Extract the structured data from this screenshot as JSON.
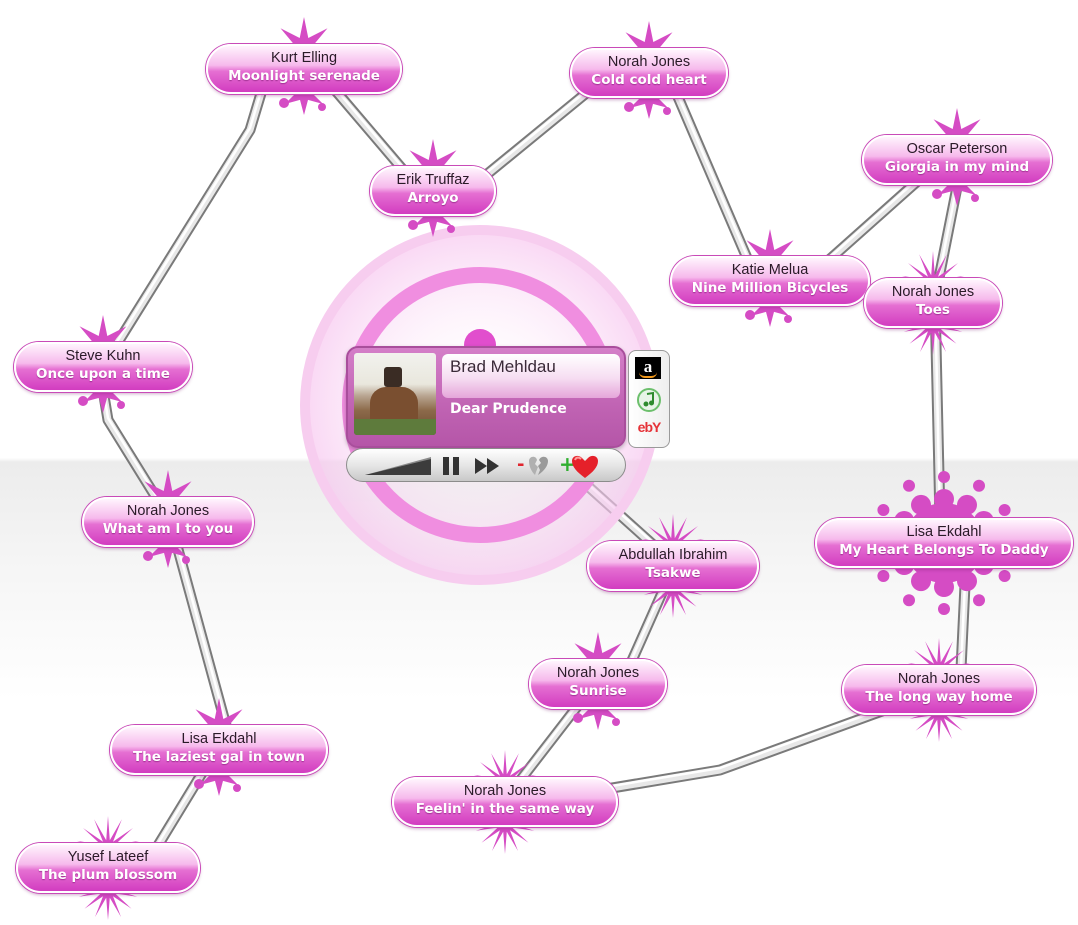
{
  "now_playing": {
    "artist": "Brad Mehldau",
    "song": "Dear Prudence",
    "stores": {
      "amazon_icon": "amazon-icon",
      "itunes_icon": "itunes-icon",
      "ebay_label": "ebY"
    },
    "controls": {
      "volume_icon": "volume-icon",
      "pause_icon": "pause-icon",
      "next_icon": "next-icon",
      "dislike_icon": "broken-heart-icon",
      "love_icon": "heart-icon",
      "dislike_sign": "-",
      "love_sign": "+"
    }
  },
  "colors": {
    "accent_pink": "#e06bd0",
    "splat_pink": "#d54cc4",
    "player_purple": "#c063b3"
  },
  "nodes": [
    {
      "id": "kurt-elling",
      "artist": "Kurt Elling",
      "song": "Moonlight serenade",
      "splat": "crown"
    },
    {
      "id": "norah-jones-cold",
      "artist": "Norah Jones",
      "song": "Cold cold heart",
      "splat": "crown"
    },
    {
      "id": "erik-truffaz",
      "artist": "Erik Truffaz",
      "song": "Arroyo",
      "splat": "crown"
    },
    {
      "id": "oscar-peterson",
      "artist": "Oscar Peterson",
      "song": "Giorgia in my mind",
      "splat": "crown"
    },
    {
      "id": "katie-melua",
      "artist": "Katie Melua",
      "song": "Nine Million Bicycles",
      "splat": "crown"
    },
    {
      "id": "norah-jones-toes",
      "artist": "Norah Jones",
      "song": "Toes",
      "splat": "spiky"
    },
    {
      "id": "steve-kuhn",
      "artist": "Steve Kuhn",
      "song": "Once upon a time",
      "splat": "crown"
    },
    {
      "id": "norah-jones-what",
      "artist": "Norah Jones",
      "song": "What am I to you",
      "splat": "crown"
    },
    {
      "id": "lisa-ekdahl-daddy",
      "artist": "Lisa Ekdahl",
      "song": "My Heart Belongs To Daddy",
      "splat": "flower"
    },
    {
      "id": "abdullah-ibrahim",
      "artist": "Abdullah Ibrahim",
      "song": "Tsakwe",
      "splat": "spiky"
    },
    {
      "id": "norah-jones-sunrise",
      "artist": "Norah Jones",
      "song": "Sunrise",
      "splat": "crown"
    },
    {
      "id": "norah-jones-long",
      "artist": "Norah Jones",
      "song": "The long way home",
      "splat": "spiky"
    },
    {
      "id": "lisa-ekdahl-laziest",
      "artist": "Lisa Ekdahl",
      "song": "The laziest gal in town",
      "splat": "crown"
    },
    {
      "id": "norah-jones-feelin",
      "artist": "Norah Jones",
      "song": "Feelin' in the same way",
      "splat": "spiky"
    },
    {
      "id": "yusef-lateef",
      "artist": "Yusef Lateef",
      "song": "The plum blossom",
      "splat": "spiky"
    }
  ]
}
